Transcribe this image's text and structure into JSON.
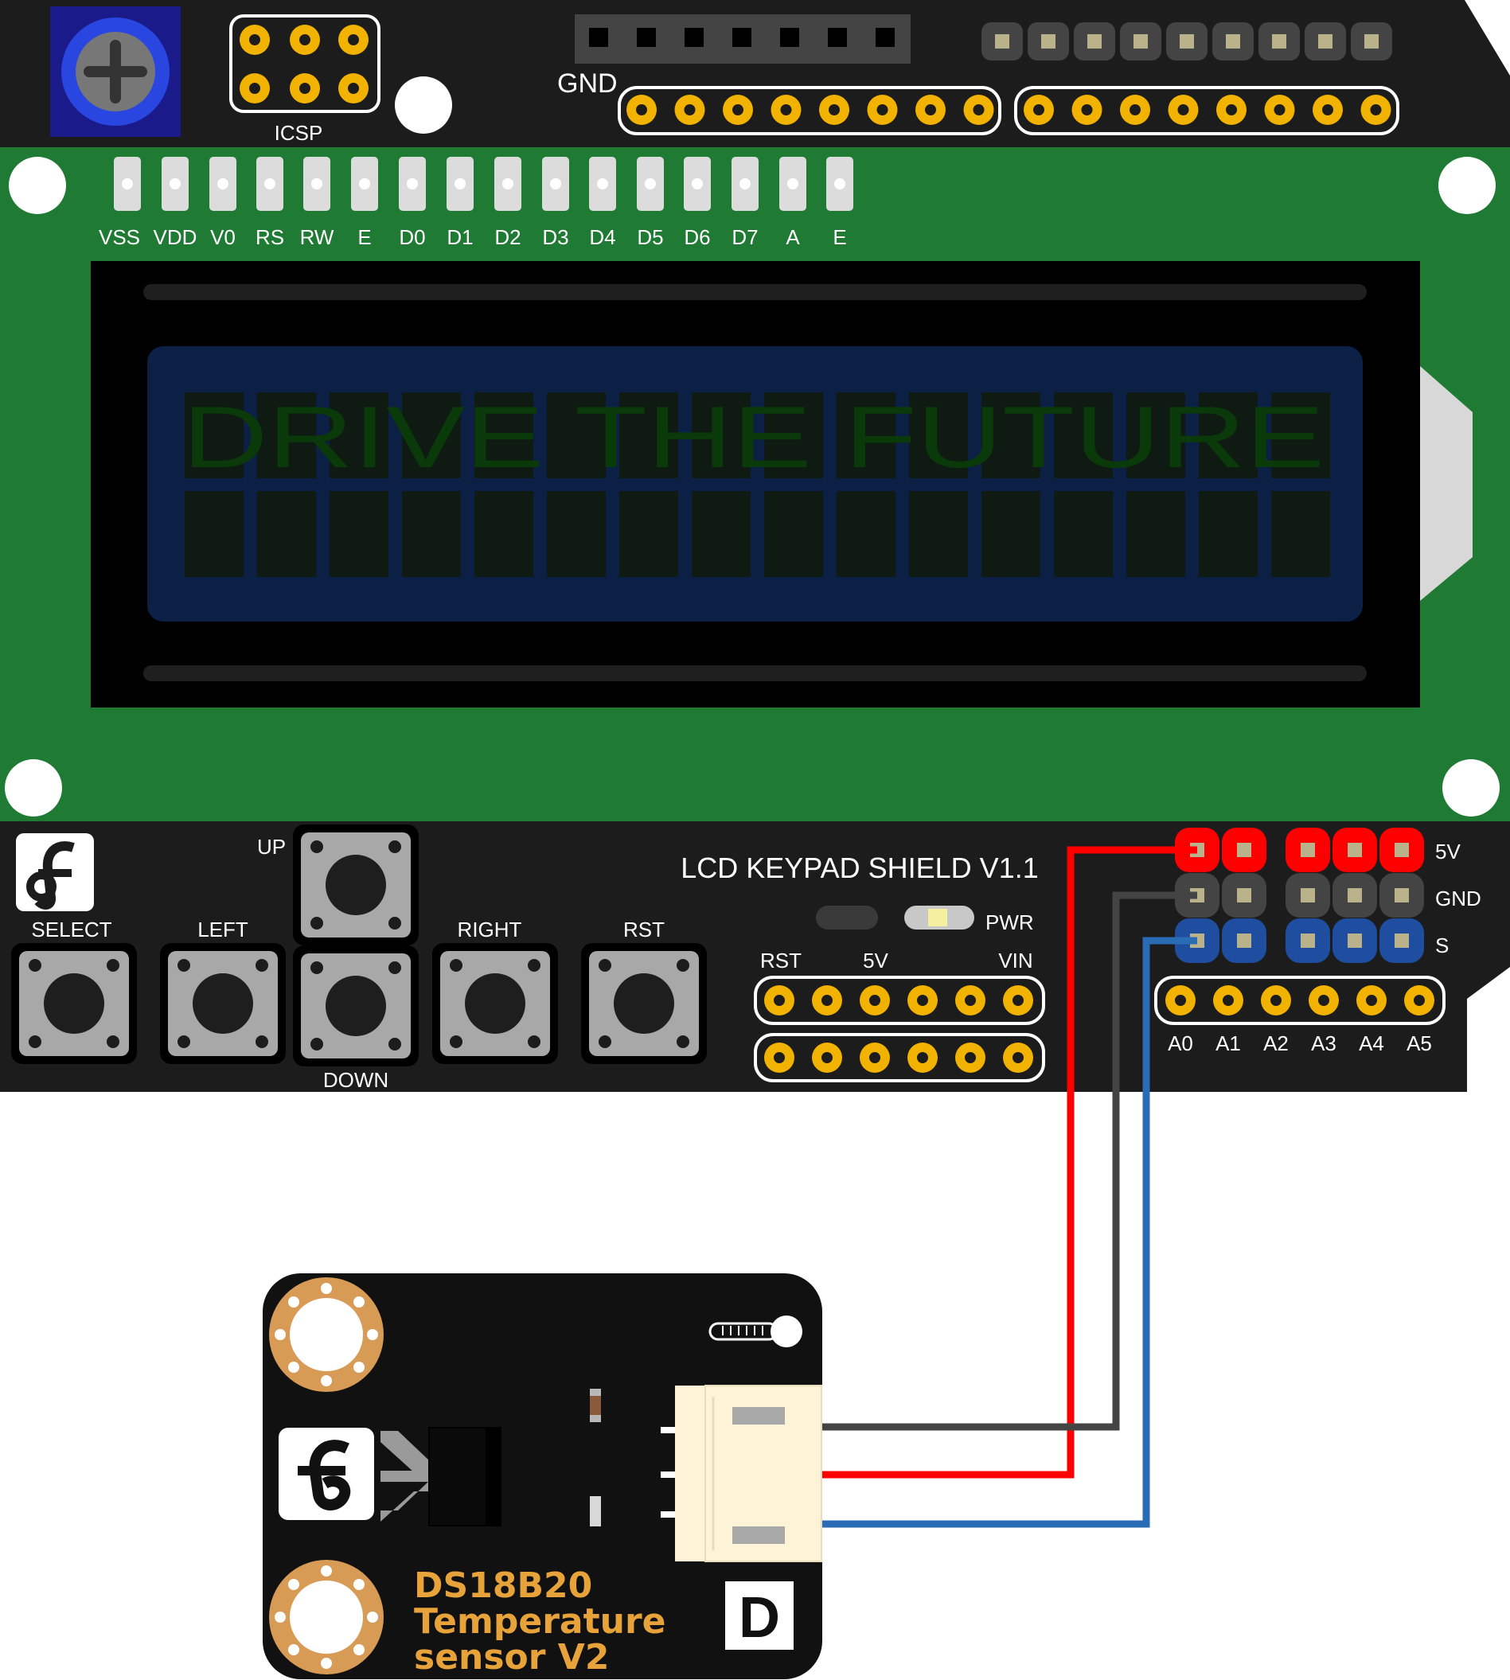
{
  "shield": {
    "title": "LCD KEYPAD SHIELD V1.1",
    "icsp_label": "ICSP",
    "gnd_label": "GND",
    "lcd_pins": [
      "VSS",
      "VDD",
      "V0",
      "RS",
      "RW",
      "E",
      "D0",
      "D1",
      "D2",
      "D3",
      "D4",
      "D5",
      "D6",
      "D7",
      "A",
      "E"
    ],
    "lcd_text": "DRIVE THE FUTURE",
    "buttons": {
      "up": "UP",
      "select": "SELECT",
      "left": "LEFT",
      "down": "DOWN",
      "right": "RIGHT",
      "rst": "RST"
    },
    "pwr_label": "PWR",
    "power_header": {
      "rst": "RST",
      "v5": "5V",
      "vin": "VIN"
    },
    "analog_labels": [
      "A0",
      "A1",
      "A2",
      "A3",
      "A4",
      "A5"
    ],
    "row_labels": {
      "v5": "5V",
      "gnd": "GND",
      "s": "S"
    }
  },
  "sensor": {
    "name_line1": "DS18B20",
    "name_line2": "Temperature",
    "name_line3": "sensor V2",
    "badge": "D"
  },
  "colors": {
    "board": "#1c1c1c",
    "pcb_green": "#1f7a33",
    "pad_gold": "#f2b200",
    "wire_red": "#ff0000",
    "wire_gray": "#444444",
    "wire_blue": "#2a6bb5",
    "sensor_label": "#e8a23a"
  }
}
